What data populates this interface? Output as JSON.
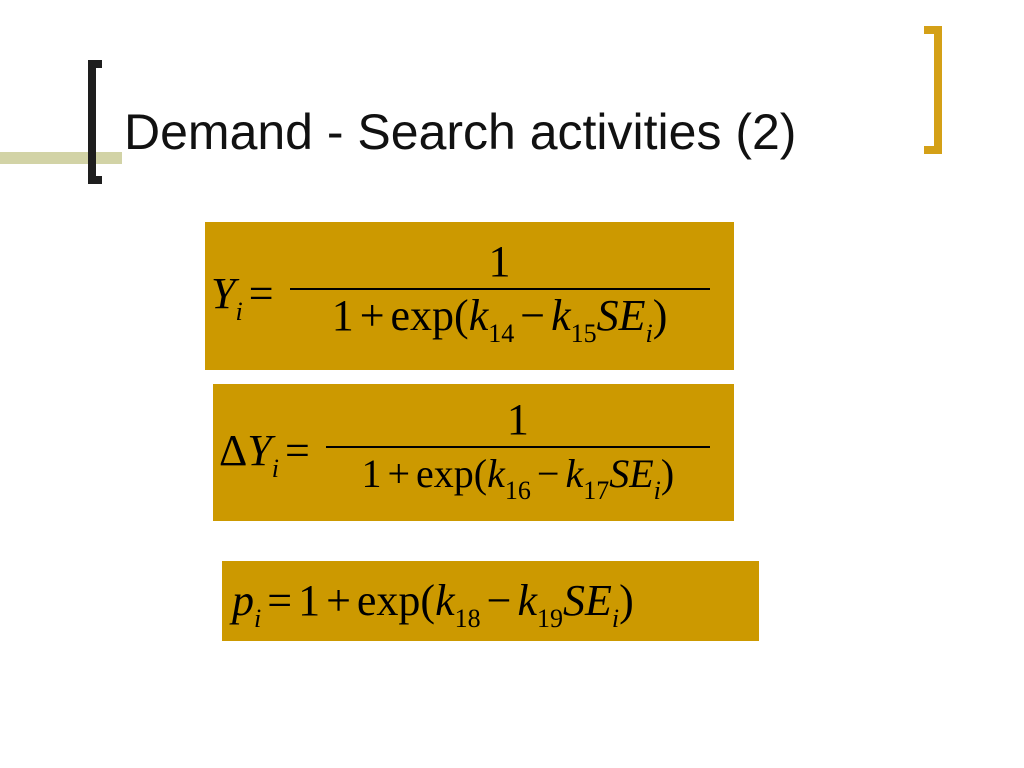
{
  "slide": {
    "title": "Demand - Search activities (2)"
  },
  "colors": {
    "equation_box": "#cc9900",
    "accent_bracket": "#d4a017",
    "accent_bar": "#d2d3a6",
    "dark_bracket": "#1e1e1e"
  },
  "equations": [
    {
      "lhs_var": "Y",
      "lhs_sub": "i",
      "equals": "=",
      "numerator": "1",
      "den_one": "1",
      "plus": "+",
      "exp": "exp(",
      "k_a": "k",
      "k_a_sub": "14",
      "minus": "−",
      "k_b": "k",
      "k_b_sub": "15",
      "se": "SE",
      "se_sub": "i",
      "close": ")"
    },
    {
      "lhs_prefix": "Δ",
      "lhs_var": "Y",
      "lhs_sub": "i",
      "equals": "=",
      "numerator": "1",
      "den_one": "1",
      "plus": "+",
      "exp": "exp(",
      "k_a": "k",
      "k_a_sub": "16",
      "minus": "−",
      "k_b": "k",
      "k_b_sub": "17",
      "se": "SE",
      "se_sub": "i",
      "close": ")"
    },
    {
      "lhs_var": "p",
      "lhs_sub": "i",
      "equals": "=",
      "one": "1",
      "plus": "+",
      "exp": "exp(",
      "k_a": "k",
      "k_a_sub": "18",
      "minus": "−",
      "k_b": "k",
      "k_b_sub": "19",
      "se": "SE",
      "se_sub": "i",
      "close": ")"
    }
  ]
}
